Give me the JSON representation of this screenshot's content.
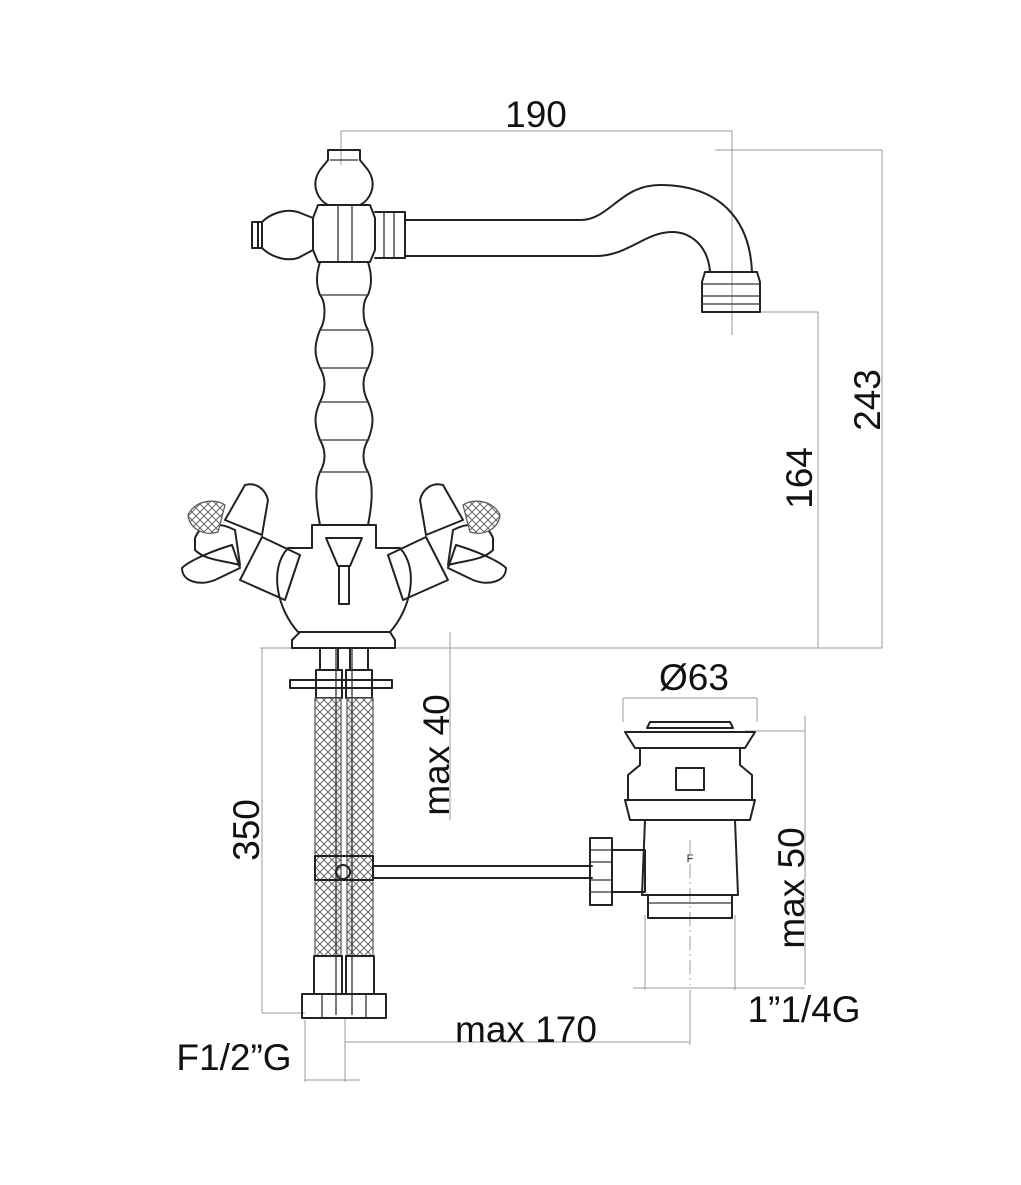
{
  "dimensions": {
    "spout_reach": "190",
    "total_height": "243",
    "spout_height": "164",
    "waste_diameter": "Ø63",
    "deck_thickness_max": "max 40",
    "hose_length": "350",
    "waste_thickness_max": "max 50",
    "waste_thread": "1”1/4G",
    "rod_distance_max": "max 170",
    "hose_thread": "F1/2”G"
  },
  "waste_marking": "F"
}
